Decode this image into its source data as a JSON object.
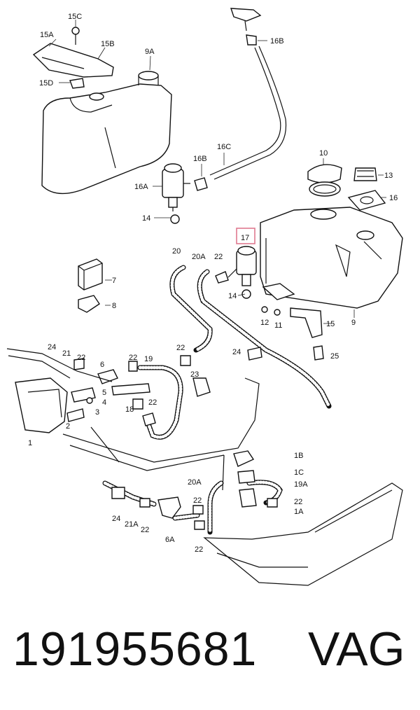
{
  "callouts": {
    "c15C": "15C",
    "c15A": "15A",
    "c15B": "15B",
    "c15D": "15D",
    "c9A": "9A",
    "c16B_top": "16B",
    "c16C": "16C",
    "c16B": "16B",
    "c16A": "16A",
    "c14_top": "14",
    "c10": "10",
    "c13": "13",
    "c16": "16",
    "c17": "17",
    "c9": "9",
    "c20": "20",
    "c20A": "20A",
    "c22_a": "22",
    "c14": "14",
    "c12": "12",
    "c11": "11",
    "c15": "15",
    "c7": "7",
    "c8": "8",
    "c24": "24",
    "c21": "21",
    "c22_b": "22",
    "c6": "6",
    "c22_c": "22",
    "c19": "19",
    "c22_d": "22",
    "c5": "5",
    "c4": "4",
    "c3": "3",
    "c2": "2",
    "c1": "1",
    "c18": "18",
    "c22_e": "22",
    "c23": "23",
    "c24_b": "24",
    "c25": "25",
    "c1B": "1B",
    "c1C": "1C",
    "c20A_b": "20A",
    "c19A": "19A",
    "c22_f": "22",
    "c1A": "1A",
    "c24_c": "24",
    "c21A": "21A",
    "c22_g": "22",
    "c6A": "6A",
    "c22_h": "22",
    "c22_i": "22"
  },
  "highlight": {
    "color": "#e07a8f",
    "part": "17"
  },
  "footer": {
    "part_number": "191955681",
    "brand": "VAG"
  }
}
